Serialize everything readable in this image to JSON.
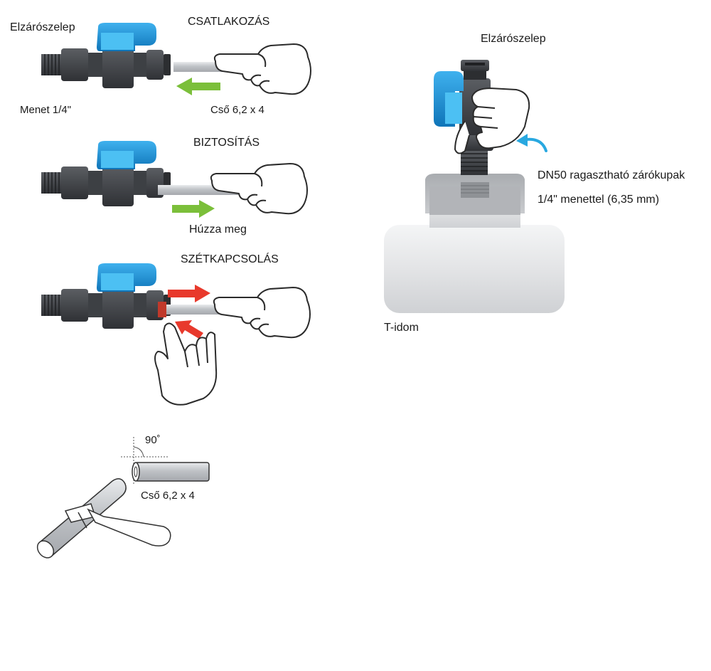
{
  "colors": {
    "valve_body": "#4a4d52",
    "valve_handle": "#1b8fd9",
    "handle_light": "#5cc3f5",
    "tube": "#c9ccd0",
    "arrow_green": "#7bbf3a",
    "arrow_red": "#e8392c",
    "arrow_cyan": "#29a8e0",
    "cap_grey": "#b3b6ba",
    "pipe_grey": "#e7e8ea"
  },
  "panel1": {
    "title": "CSATLAKOZÁS",
    "valve_label": "Elzárószelep",
    "thread_label": "Menet 1/4\"",
    "tube_label": "Cső 6,2 x 4",
    "arrow": "arrow-left-green"
  },
  "panel2": {
    "title": "BIZTOSÍTÁS",
    "pull_label": "Húzza meg",
    "arrow": "arrow-right-green"
  },
  "panel3": {
    "title": "SZÉTKAPCSOLÁS",
    "arrows": [
      "arrow-right-red",
      "arrow-diagonal-red"
    ]
  },
  "panel4": {
    "angle_label": "90˚",
    "tube_label": "Cső 6,2 x 4"
  },
  "right": {
    "valve_label": "Elzárószelep",
    "cap_line1": "DN50 ragasztható zárókupak",
    "cap_line2": "1/4\" menettel (6,35 mm)",
    "tee_label": "T-idom",
    "arrow": "arrow-curved-cyan"
  }
}
